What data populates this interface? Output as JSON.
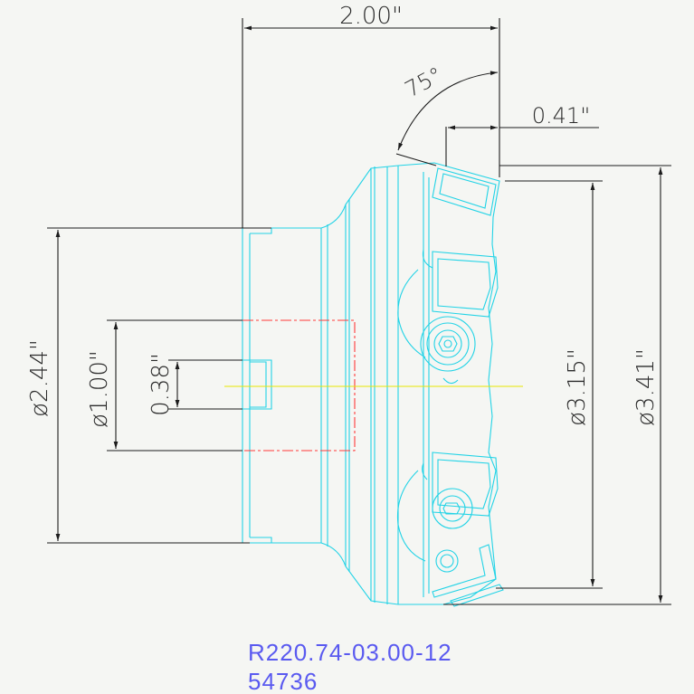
{
  "dimensions": {
    "length_total": "2.00\"",
    "angle": "75°",
    "insert_height": "0.41\"",
    "dia_shank": "ø2.44\"",
    "dia_bore": "ø1.00\"",
    "keyway": "0.38\"",
    "dia_cutting": "ø3.15\"",
    "dia_max": "ø3.41\""
  },
  "part_number": "R220.74-03.00-12",
  "item_code": "54736",
  "colors": {
    "body_outline": "#22d3e6",
    "dimension_lines": "#1c1c1c",
    "bore_hidden": "#ff3a3a",
    "center_line": "#e8e500",
    "label_text": "#5a5af0"
  }
}
